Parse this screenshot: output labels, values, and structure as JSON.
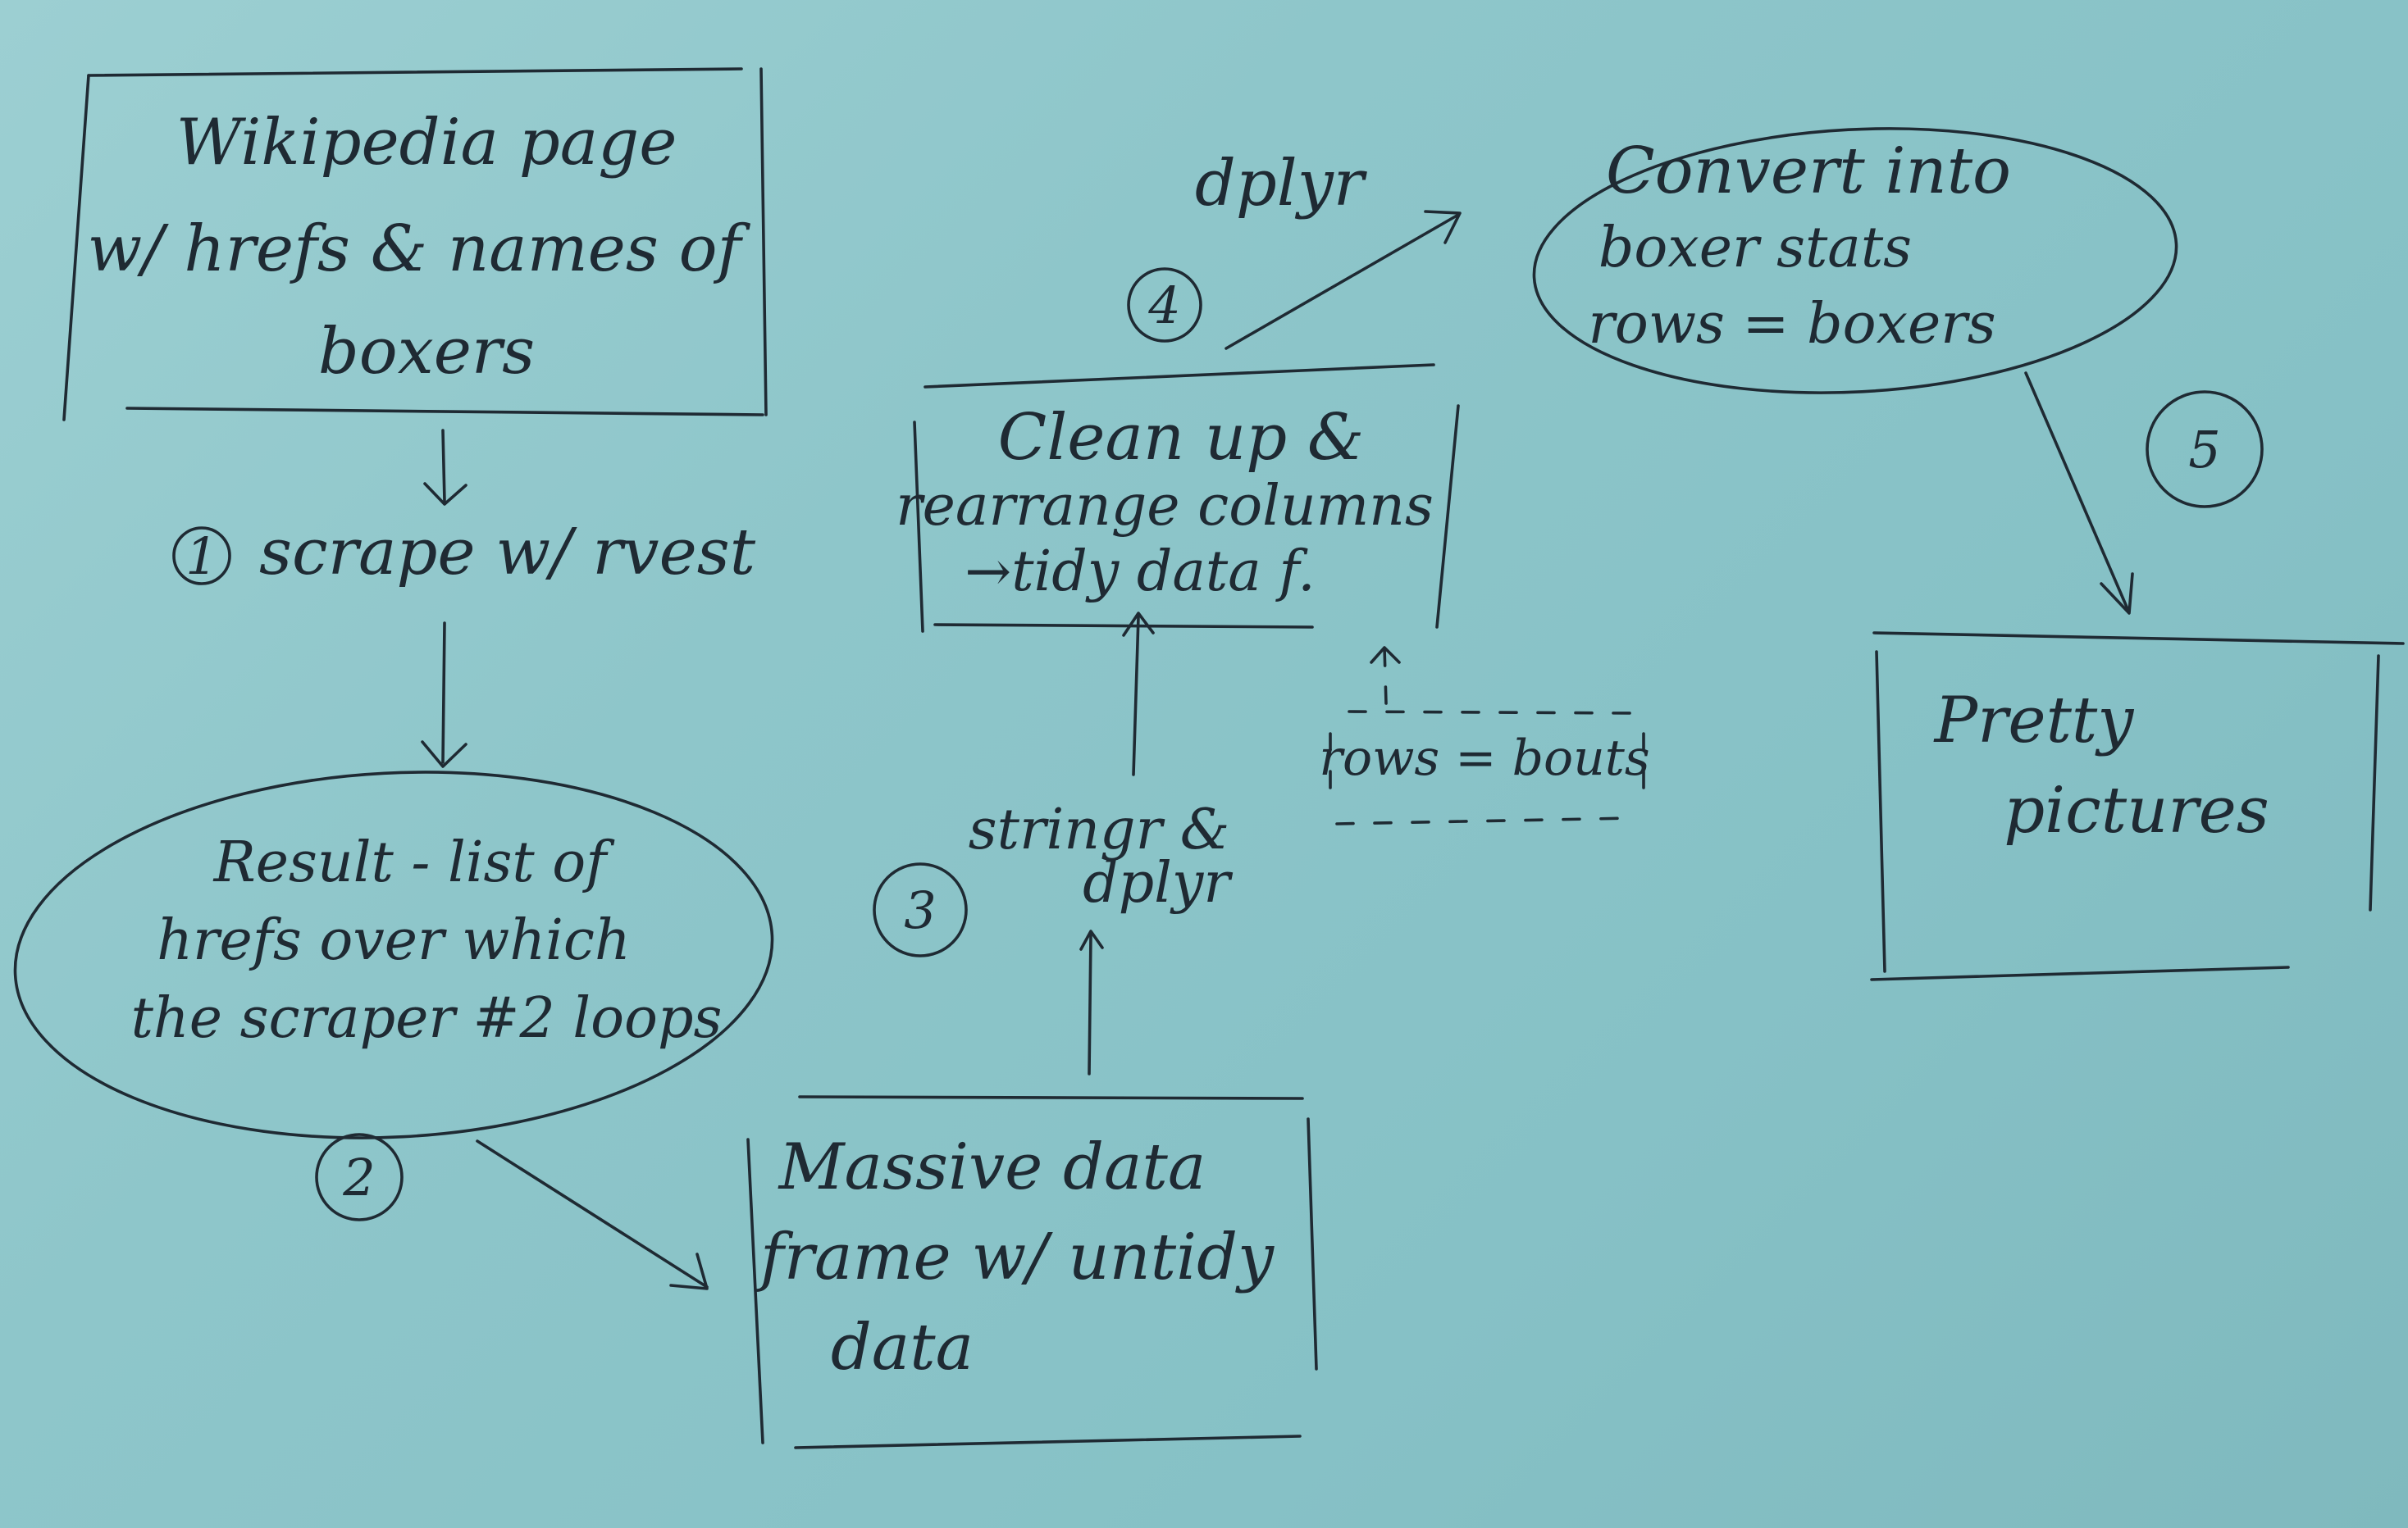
{
  "boxes": {
    "wikipedia": {
      "lines": [
        "Wikipedia page",
        "w/ hrefs & names of",
        "boxers"
      ]
    },
    "clean_up": {
      "lines": [
        "Clean up &",
        "rearrange columns",
        "→tidy data f."
      ]
    },
    "massive": {
      "lines": [
        "Massive data",
        "frame w/ untidy",
        "data"
      ]
    },
    "pretty": {
      "lines": [
        "Pretty",
        "pictures"
      ]
    }
  },
  "ellipses": {
    "result": {
      "lines": [
        "Result - list of",
        "hrefs over which",
        "the scraper #2 loops"
      ]
    },
    "convert": {
      "lines": [
        "Convert into",
        "boxer stats",
        "rows = boxers"
      ]
    }
  },
  "steps": {
    "s1": {
      "number": "1",
      "label": "scrape w/ rvest"
    },
    "s2": {
      "number": "2"
    },
    "s3": {
      "number": "3",
      "label_lines": [
        "stringr &",
        "dplyr"
      ]
    },
    "s4": {
      "number": "4",
      "label": "dplyr"
    },
    "s5": {
      "number": "5"
    }
  },
  "notes": {
    "rows_bouts": "rows = bouts"
  },
  "colors": {
    "paper": "#8ec6ca",
    "ink": "#1f2a33"
  }
}
